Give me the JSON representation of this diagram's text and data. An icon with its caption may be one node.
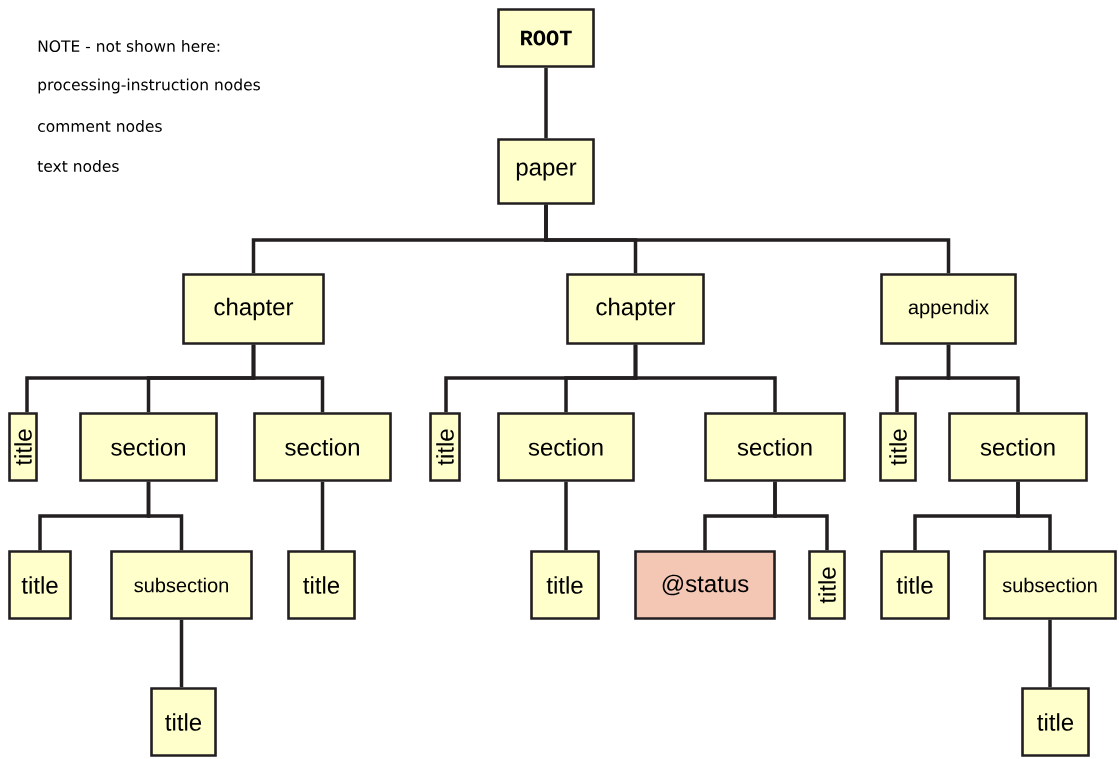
{
  "diagram": {
    "nodes": [
      {
        "text": [
          "ROOT"
        ]
      },
      {
        "text": [
          "paper"
        ]
      },
      {
        "text": [
          "chapter"
        ]
      },
      {
        "text": [
          "chapter"
        ]
      },
      {
        "text": [
          "appendix"
        ]
      },
      {
        "text": [
          "title"
        ]
      },
      {
        "text": [
          "section"
        ]
      },
      {
        "text": [
          "section"
        ]
      },
      {
        "text": [
          "title"
        ]
      },
      {
        "text": [
          "section"
        ]
      },
      {
        "text": [
          "section"
        ]
      },
      {
        "text": [
          "title"
        ]
      },
      {
        "text": [
          "section"
        ]
      },
      {
        "text": [
          "title"
        ]
      },
      {
        "text": [
          "subsection"
        ]
      },
      {
        "text": [
          "title"
        ]
      },
      {
        "text": [
          "title"
        ]
      },
      {
        "text": [
          "@status"
        ]
      },
      {
        "text": [
          "title"
        ]
      },
      {
        "text": [
          "title"
        ]
      },
      {
        "text": [
          "subsection"
        ]
      },
      {
        "text": [
          "title"
        ]
      },
      {
        "text": [
          "title"
        ]
      }
    ],
    "edges": [
      {
        "from": 0,
        "to": 1,
        "arrow": "none"
      },
      {
        "from": 1,
        "to": 2,
        "arrow": "none"
      },
      {
        "from": 1,
        "to": 3,
        "arrow": "none"
      },
      {
        "from": 1,
        "to": 4,
        "arrow": "none"
      },
      {
        "from": 2,
        "to": 5,
        "arrow": "none"
      },
      {
        "from": 2,
        "to": 6,
        "arrow": "none"
      },
      {
        "from": 2,
        "to": 7,
        "arrow": "none"
      },
      {
        "from": 3,
        "to": 8,
        "arrow": "none"
      },
      {
        "from": 3,
        "to": 9,
        "arrow": "none"
      },
      {
        "from": 3,
        "to": 10,
        "arrow": "none"
      },
      {
        "from": 4,
        "to": 11,
        "arrow": "none"
      },
      {
        "from": 4,
        "to": 12,
        "arrow": "none"
      },
      {
        "from": 6,
        "to": 13,
        "arrow": "none"
      },
      {
        "from": 6,
        "to": 14,
        "arrow": "none"
      },
      {
        "from": 7,
        "to": 15,
        "arrow": "none"
      },
      {
        "from": 9,
        "to": 16,
        "arrow": "none"
      },
      {
        "from": 10,
        "to": 17,
        "arrow": "none"
      },
      {
        "from": 10,
        "to": 18,
        "arrow": "none"
      },
      {
        "from": 12,
        "to": 19,
        "arrow": "none"
      },
      {
        "from": 12,
        "to": 20,
        "arrow": "none"
      },
      {
        "from": 14,
        "to": 21,
        "arrow": "none"
      },
      {
        "from": 20,
        "to": 22,
        "arrow": "none"
      }
    ],
    "labels": [
      "NOTE - not shown here:",
      "processing-instruction nodes",
      "comment nodes",
      "text nodes"
    ]
  }
}
